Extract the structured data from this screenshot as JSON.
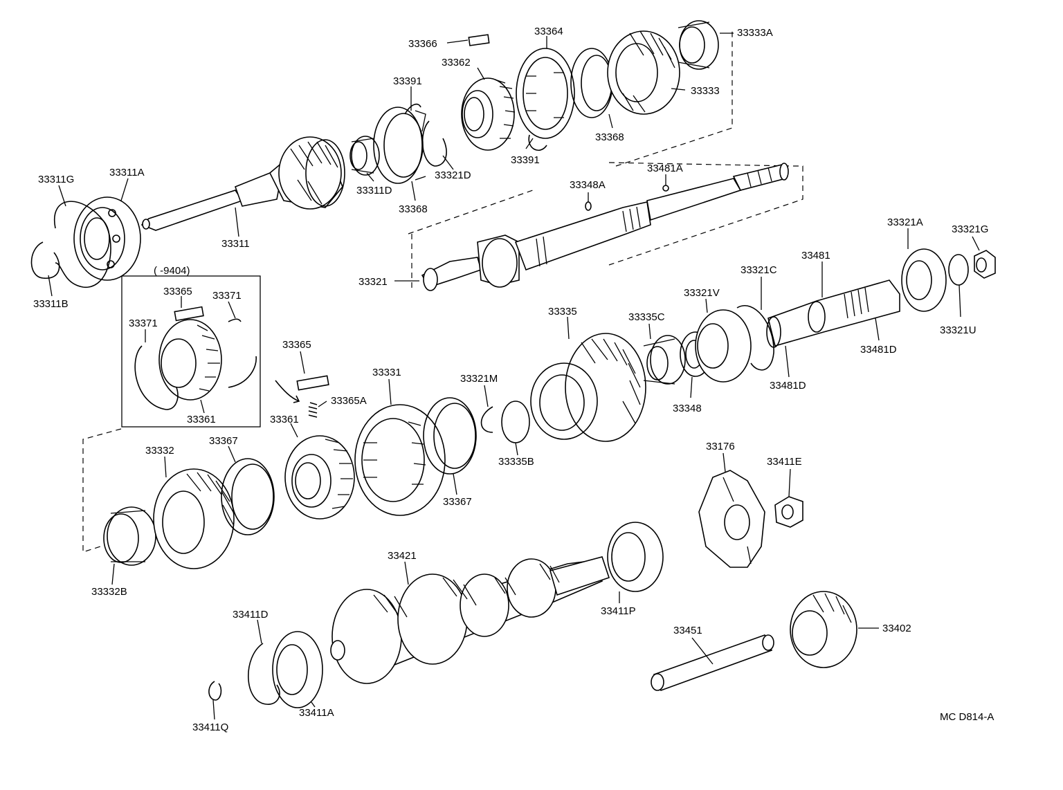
{
  "labels": {
    "p33366": "33366",
    "p33364": "33364",
    "p33333A": "33333A",
    "p33362": "33362",
    "p33391a": "33391",
    "p33333": "33333",
    "p33368a": "33368",
    "p33391b": "33391",
    "p33311G": "33311G",
    "p33311A": "33311A",
    "p33311D": "33311D",
    "p33321D": "33321D",
    "p33368b": "33368",
    "p33481A": "33481A",
    "p33348A": "33348A",
    "p33311": "33311",
    "p33311B": "33311B",
    "range": "(      -9404)",
    "p33365a": "33365",
    "p33371a": "33371",
    "p33371b": "33371",
    "p33361a": "33361",
    "p33321": "33321",
    "p33321A": "33321A",
    "p33321G": "33321G",
    "p33481": "33481",
    "p33321C": "33321C",
    "p33321V": "33321V",
    "p33335": "33335",
    "p33335C": "33335C",
    "p33321U": "33321U",
    "p33481Da": "33481D",
    "p33481Db": "33481D",
    "p33348": "33348",
    "p33365b": "33365",
    "p33331": "33331",
    "p33321M": "33321M",
    "p33365A": "33365A",
    "p33361b": "33361",
    "p33332": "33332",
    "p33367a": "33367",
    "p33335B": "33335B",
    "p33367b": "33367",
    "p33176": "33176",
    "p33411E": "33411E",
    "p33332B": "33332B",
    "p33421": "33421",
    "p33411P": "33411P",
    "p33411D": "33411D",
    "p33451": "33451",
    "p33402": "33402",
    "p33411A": "33411A",
    "p33411Q": "33411Q",
    "code": "MC D814-A"
  }
}
